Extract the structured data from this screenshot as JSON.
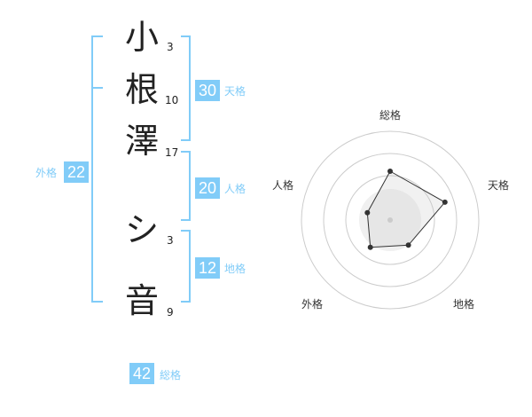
{
  "name": {
    "chars": [
      {
        "char": "小",
        "strokes": "3"
      },
      {
        "char": "根",
        "strokes": "10"
      },
      {
        "char": "澤",
        "strokes": "17"
      },
      {
        "char": "シ",
        "strokes": "3"
      },
      {
        "char": "音",
        "strokes": "9"
      }
    ]
  },
  "scores": {
    "tenkaku": {
      "value": "30",
      "label": "天格"
    },
    "jinkaku": {
      "value": "20",
      "label": "人格"
    },
    "chikaku": {
      "value": "12",
      "label": "地格"
    },
    "gaikaku": {
      "value": "22",
      "label": "外格"
    },
    "soukaku": {
      "value": "42",
      "label": "総格"
    }
  },
  "colors": {
    "accent": "#81ccf8",
    "text": "#222222",
    "ring": "#cccccc"
  },
  "chart_data": {
    "type": "radar",
    "axes": [
      "総格",
      "天格",
      "地格",
      "外格",
      "人格"
    ],
    "values": [
      0.55,
      0.65,
      0.35,
      0.38,
      0.27
    ],
    "range": [
      0,
      1
    ],
    "rings": 4
  }
}
